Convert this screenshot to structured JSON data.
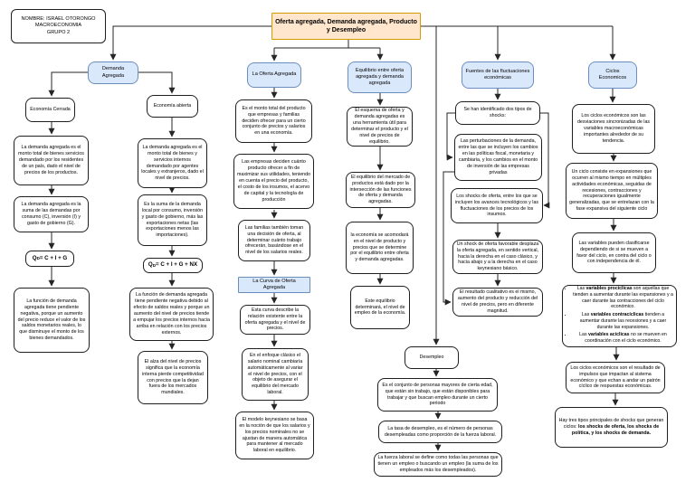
{
  "colors": {
    "root_fill": "#FFE6CC",
    "root_border": "#D79B00",
    "branch_fill": "#DAE8FC",
    "branch_border": "#6C8EBF",
    "node_fill": "#FFFFFF",
    "node_border": "#000000"
  },
  "name_box": {
    "lines": [
      "NOMBRE: ISRAEL OTORONGO",
      "MACROECONOMIA",
      "GRUPO 2"
    ]
  },
  "title": "Oferta agregada, Demanda agregada, Producto y Desempleo",
  "demanda": {
    "label": "Demanda Agregada",
    "cerrada": {
      "label": "Economía Cerrada",
      "definicion": "La demanda agregada es el monto total de bienes servicios demandado por los residentes de un país, dado el nivel de precios de los productos.",
      "suma": "La demanda agregada es la suma de las demandas por consumo (C), inversión (I) y gasto de gobierno (G).",
      "formula": {
        "base": "Q",
        "sup": "D",
        "rest": " = C + I + G"
      },
      "funcion": "La función de demanda agregada tiene pendiente negativa, porque un aumento del precio reduce el valor de los saldos monetarios reales, lo que disminuye el monto de los bienes demandados."
    },
    "abierta": {
      "label": "Economía abierta",
      "definicion": "La demanda agregada es el monto total de bienes y servicios internos demandado por agentes locales y extranjeros, dado el nivel de precios.",
      "suma": "Es la suma de la demanda local por consumo, inversión y gasto de gobierno, más las exportaciones netas (las exportaciones menos las importaciones).",
      "formula": {
        "base": "Q",
        "sup": "D",
        "rest": " = C + I + G + NX"
      },
      "funcion": "La función de demanda agregada tiene pendiente negativa debido al efecto de saldos reales y porque un aumento del nivel de precios tiende a empujar los precios internos hacia arriba en relación con los precios externos.",
      "alza": "El alza del nivel de precios significa que la economía interna pierde competitividad con precios que la dejan fuera de los mercados mundiales."
    }
  },
  "oferta": {
    "label": "La Oferta Agregada",
    "definicion": "Es el monto total del producto que empresas y familias deciden ofrecer para un cierto conjunto de precios y salarios en una economía.",
    "empresas": "Las empresas deciden cuánto producto ofrecer a fin de maximizar sus utilidades, teniendo en cuenta el precio del producto, el costo de los insumos, el acervo de capital y la tecnología de producción",
    "familias": "Las familias también toman una decisión de oferta, al determinar cuánto trabajo ofrecerán, basándose en el nivel de los salarios reales.",
    "curva": {
      "label": "La Curva de Oferta Agregada",
      "descripcion": "Esta curva describe la relación existente entre la oferta agregada y el nivel de precios.",
      "clasico": "En el enfoque clásico el salario nominal cambiaría automáticamente al variar el nivel de precios, con el objeto de asegurar el equilibrio del mercado laboral.",
      "keynesiano": "El modelo keynesiano se basa en la noción de que los salarios y los precios nominales no se ajustan de manera automática para mantener al mercado laboral en equilibrio."
    }
  },
  "equilibrio": {
    "label": "Equilibrio entre oferta agregada y demanda agregada",
    "esquema": "El esquema de oferta y demanda agregadas es una herramienta útil para determinar el producto y el nivel de precios de equilibrio.",
    "interseccion": "El equilibrio del mercado de productos está dado por la intersección de las funciones de oferta y demanda agregadas.",
    "acomodo": "la economía se acomodará en el nivel de producto y precios que se determine por el equilibrio entre oferta y demanda agregadas.",
    "empleo": "Este equilibrio determinará, el nivel de empleo de la economía."
  },
  "desempleo": {
    "label": "Desempleo",
    "definicion": "Es el conjunto de personas mayores de cierta edad, que están sin trabajo, que están disponibles para trabajar y que buscan empleo durante un cierto periodo",
    "tasa": "La tasa de desempleo, es el número de personas desempleadas como proporción de la fuerza laboral.",
    "fuerza_laboral": "La fuerza laboral se define como todas las personas que tienen un empleo o buscando un empleo (la suma de los empleados más los desempleados)."
  },
  "fuentes": {
    "label": "Fuentes de las fluctuaciones económicas",
    "tipos": "Se han identificado dos tipos de shocks:",
    "perturbaciones_demanda": "Las perturbaciones de la demanda, entre las que se incluyen los cambios en las políticas fiscal, monetaria y cambiaria, y los cambios en el monto de inversión de las empresas privadas",
    "shocks_oferta": "Los shocks de oferta, entre los que se incluyen los avances tecnológicos y las fluctuaciones de los precios de los insumos.",
    "shock_favorable": "Un shock de oferta favorable desplaza la oferta agregada, en sentido vertical, hacia la derecha en el caso clásico, y hacia abajo y a la derecha en el caso keynesiano básico.",
    "resultado": "El resultado cualitativo es el mismo, aumento del producto y reducción del nivel de precios, pero en diferente magnitud."
  },
  "ciclos": {
    "label": "Ciclos Economicos",
    "definicion": "Los ciclos económicos son las desviaciones sincronizadas de las variables macroeconómicas importantes alrededor de su tendencia.",
    "ciclo": "Un ciclo consiste en expansiones que ocurren al mismo tiempo en múltiples actividades económicas, seguidas de recesiones, contracciones y recuperaciones igualmente generalizadas, que se entrelazan con la fase expansiva del siguiente ciclo",
    "clasificacion": "Las variables pueden clasificarse dependiendo de si se mueven a favor del ciclo, en contra del ciclo o con independencia de él.",
    "variables": [
      {
        "pre": "Las ",
        "bold": "variables procíclicas",
        "post": " son aquellas que tienden a aumentar durante las expansiones y a caer durante las contracciones del ciclo económico."
      },
      {
        "pre": "Las ",
        "bold": "variables contracíclicas",
        "post": " tienden a aumentar durante las recesiones y a caer durante las expansiones."
      },
      {
        "pre": "Las ",
        "bold": "variables acíclicas",
        "post": " no se mueven en coordinación con el ciclo económico."
      }
    ],
    "impulsos": "Los ciclos económicos son el resultado de impulsos que impactan al sistema económico y que echan a andar un patrón cíclico de respuestas económicas.",
    "shocks": {
      "pre": "Hay tres tipos principales de shocks que generan ciclos: ",
      "bold": "los shocks de oferta, los shocks de política, y los shocks de demanda."
    }
  }
}
